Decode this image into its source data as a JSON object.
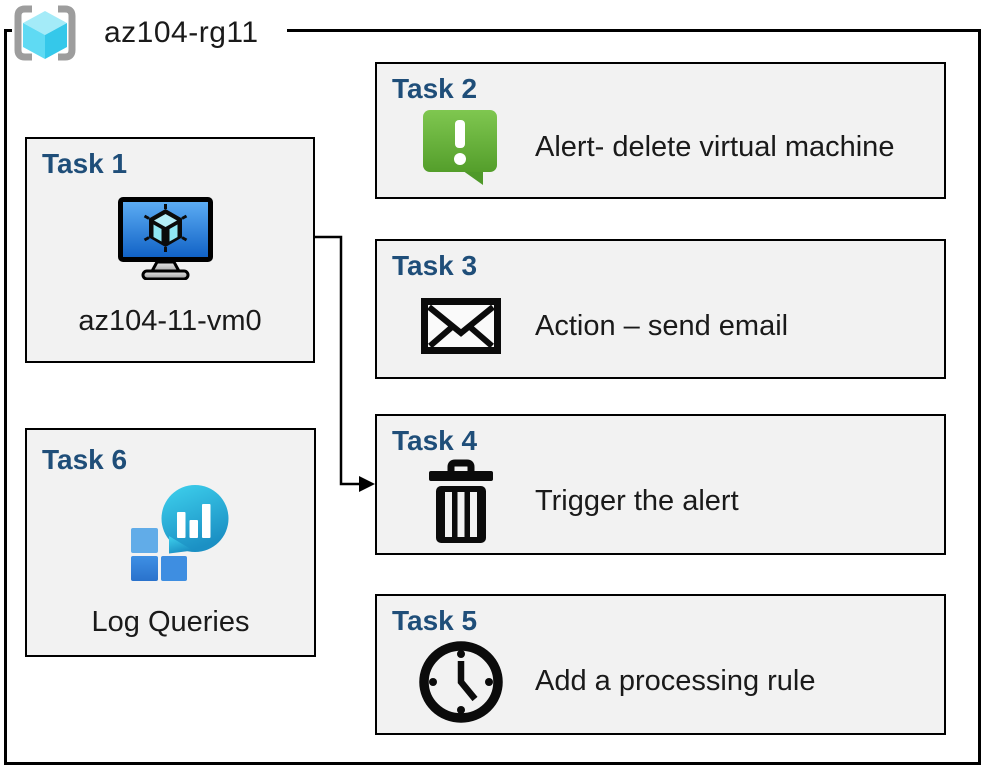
{
  "resource_group": {
    "name": "az104-rg11",
    "icon": "resource-group-icon"
  },
  "tasks": [
    {
      "id": "task1",
      "title": "Task 1",
      "label": "az104-11-vm0",
      "icon": "virtual-machine-icon"
    },
    {
      "id": "task2",
      "title": "Task 2",
      "label": "Alert- delete virtual machine",
      "icon": "alert-message-icon"
    },
    {
      "id": "task3",
      "title": "Task 3",
      "label": "Action – send email",
      "icon": "email-envelope-icon"
    },
    {
      "id": "task4",
      "title": "Task 4",
      "label": "Trigger the alert",
      "icon": "trash-delete-icon"
    },
    {
      "id": "task5",
      "title": "Task 5",
      "label": "Add a processing rule",
      "icon": "clock-icon"
    },
    {
      "id": "task6",
      "title": "Task 6",
      "label": "Log Queries",
      "icon": "log-analytics-icon"
    }
  ],
  "connector": {
    "from": "task1 virtual machine",
    "to": "task4 box",
    "style": "elbow-arrow"
  },
  "colors": {
    "task_title": "#1F4E79",
    "box_fill": "#F2F2F2",
    "box_border": "#000000",
    "outer_border": "#000000",
    "alert_green_top": "#7FC750",
    "alert_green_bottom": "#549E2B",
    "vm_screen_top": "#5FAFF5",
    "vm_screen_bottom": "#0E5FC4",
    "cube_cyan": "#5FDAF3",
    "bracket_gray": "#9D9D9D",
    "log_square_blue": "#3080DA",
    "log_balloon_top": "#3FD2EE",
    "log_balloon_bottom": "#1B90C4"
  }
}
